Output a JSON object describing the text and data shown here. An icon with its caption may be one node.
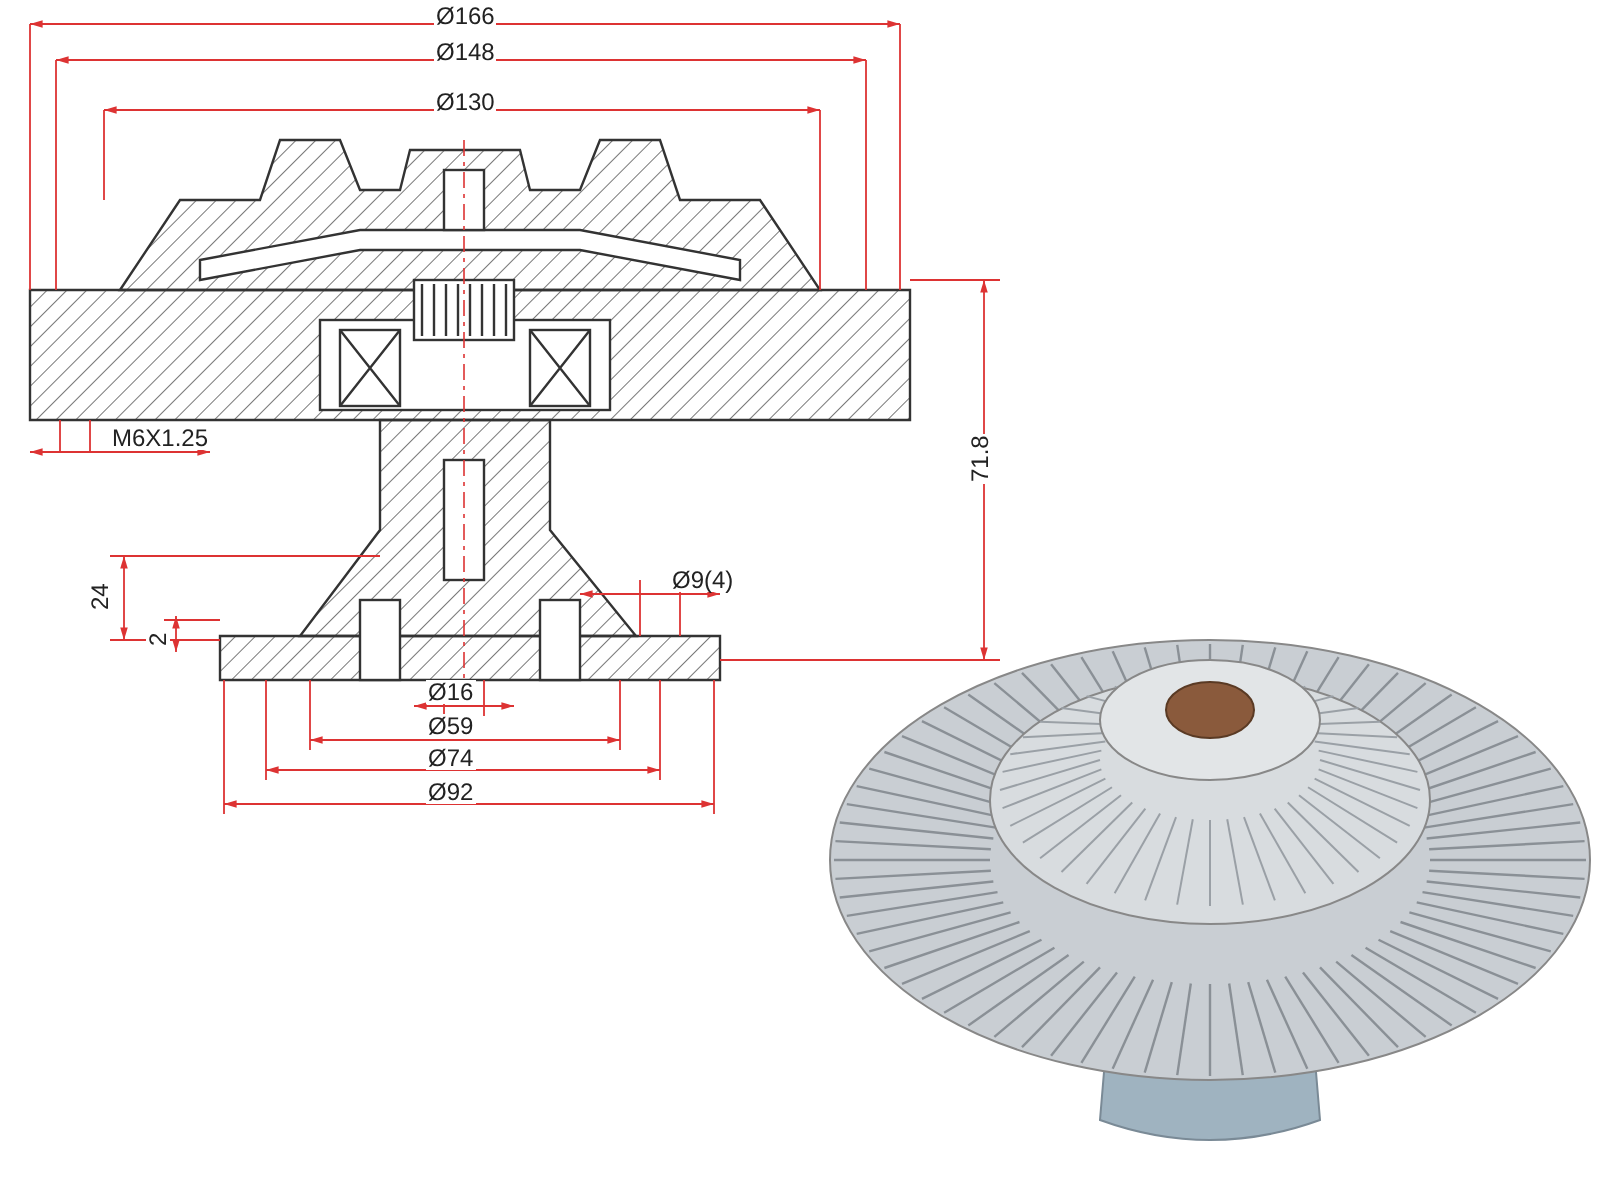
{
  "diagram": {
    "labels": [
      "Ø166",
      "Ø148",
      "Ø130",
      "M6X1.25",
      "71.8",
      "24",
      "2",
      "Ø9(4)",
      "Ø16",
      "Ø59",
      "Ø74",
      "Ø92"
    ]
  }
}
